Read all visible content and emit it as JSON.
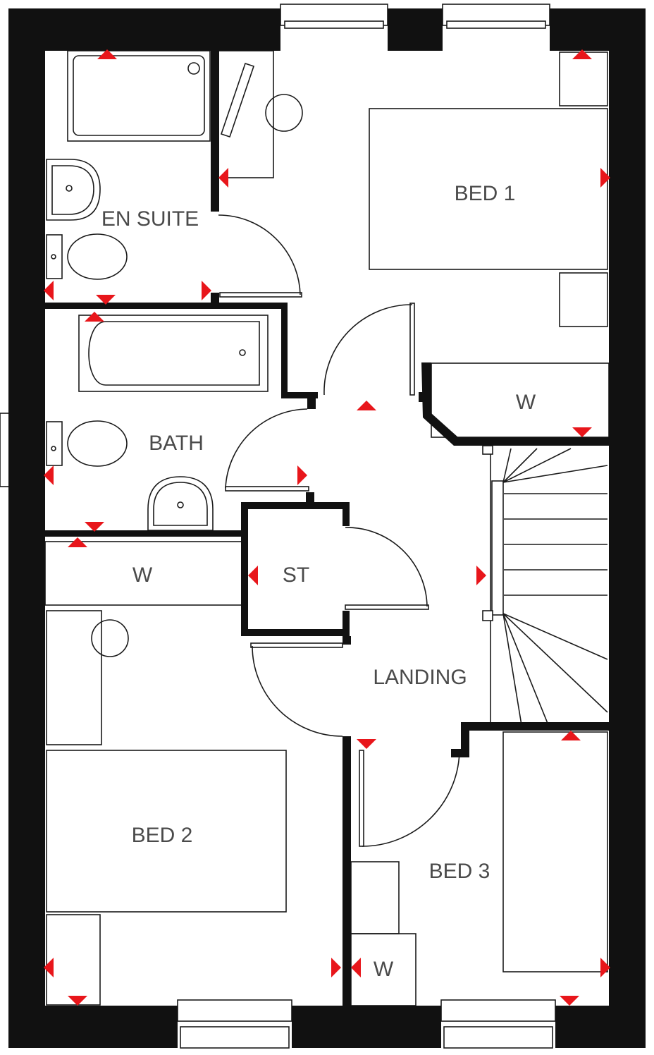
{
  "plan": {
    "rooms": [
      {
        "id": "en-suite",
        "label": "EN SUITE"
      },
      {
        "id": "bed-1",
        "label": "BED 1"
      },
      {
        "id": "w-bed1",
        "label": "W"
      },
      {
        "id": "bath",
        "label": "BATH"
      },
      {
        "id": "st",
        "label": "ST"
      },
      {
        "id": "w-bed2",
        "label": "W"
      },
      {
        "id": "landing",
        "label": "LANDING"
      },
      {
        "id": "bed-2",
        "label": "BED 2"
      },
      {
        "id": "bed-3",
        "label": "BED 3"
      },
      {
        "id": "w-bed3",
        "label": "W"
      }
    ],
    "colors": {
      "wall": "#111111",
      "marker": "#e8161b",
      "label": "#4a4a4a"
    }
  }
}
